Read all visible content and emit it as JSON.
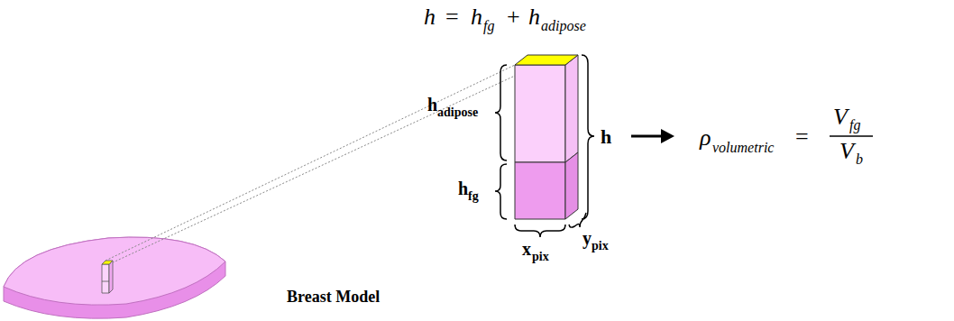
{
  "diagram": {
    "labels": [
      "h",
      "=",
      "h",
      "fg",
      "+",
      "h",
      "adipose",
      "h",
      "adipose",
      "h",
      "h",
      "fg",
      "x",
      "pix",
      "y",
      "pix",
      "ρ",
      "volumetric",
      "=",
      "V",
      "fg",
      "V",
      "b",
      "Breast Model"
    ]
  }
}
